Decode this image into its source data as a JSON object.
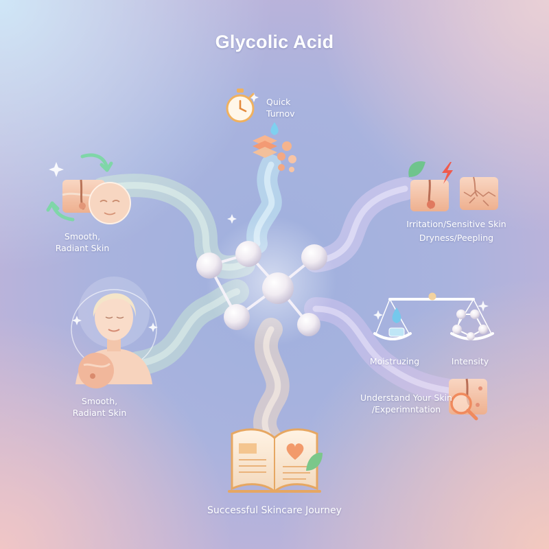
{
  "title": "Glycolic Acid",
  "labels": {
    "quick_turnover": [
      "Quick",
      "Turnov"
    ],
    "smooth_top": [
      "Smooth,",
      "Radiant Skin"
    ],
    "smooth_bottom": [
      "Smooth,",
      "Radiant Skin"
    ],
    "irritation": "Irritation/Sensitive Skin",
    "dryness": "Dryness/Peepling",
    "moisturizing": "Moistruzing",
    "intensity": "Intensity",
    "understand": [
      "Understand Your Skin",
      "/Experimntation"
    ],
    "journey": "Successful Skincare Journey"
  },
  "icons": [
    "stopwatch-icon",
    "skin-layers-icon",
    "water-drop-icon",
    "renewal-arrows-icon",
    "skin-cross-section-icon",
    "face-icon",
    "woman-portrait-icon",
    "leaf-icon",
    "lightning-icon",
    "dry-skin-icon",
    "balance-scale-icon",
    "magnifier-icon",
    "open-book-icon",
    "heart-icon",
    "molecule-icon"
  ],
  "colors": {
    "stream_green": "#c9efcf",
    "stream_blue": "#bfe6f2",
    "stream_purple": "#d7c7f0",
    "stream_peach": "#f5dcc3",
    "skin_tone": "#f4c2a6",
    "accent_orange": "#f2a65a",
    "atom": "#f4f1f6"
  }
}
